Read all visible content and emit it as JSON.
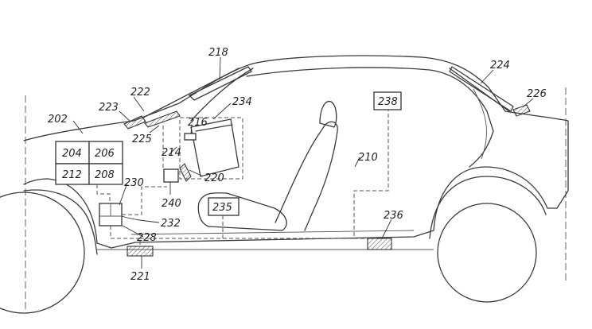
{
  "labels": {
    "l202": "202",
    "l204": "204",
    "l206": "206",
    "l208": "208",
    "l210": "210",
    "l212": "212",
    "l214": "214",
    "l216": "216",
    "l218": "218",
    "l220": "220",
    "l221": "221",
    "l222": "222",
    "l223": "223",
    "l224": "224",
    "l225": "225",
    "l226": "226",
    "l228": "228",
    "l230": "230",
    "l232": "232",
    "l234": "234",
    "l235": "235",
    "l236": "236",
    "l238": "238",
    "l240": "240"
  }
}
